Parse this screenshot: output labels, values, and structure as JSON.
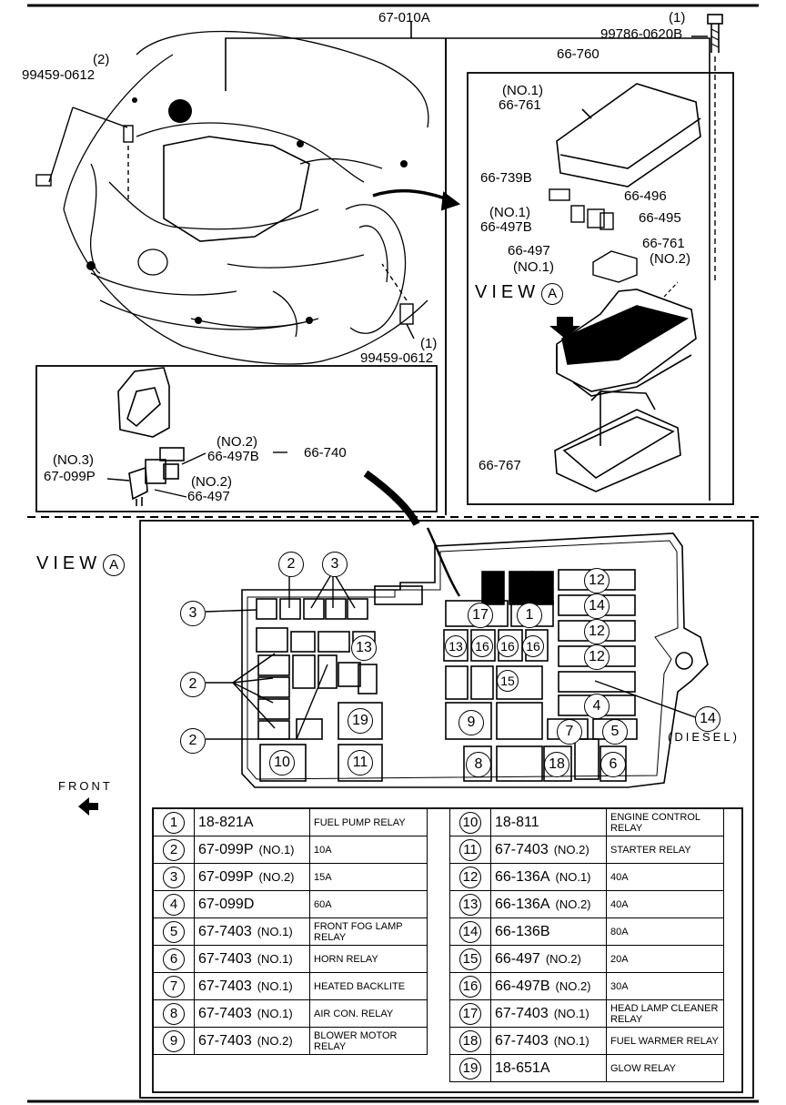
{
  "labels": {
    "harness": "67-010A",
    "bolt_qty": "(1)",
    "bolt_part": "99786-0620B",
    "box_assy": "66-760",
    "clip_qty_left": "(2)",
    "clip_part_left": "99459-0612",
    "clip_qty_right": "(1)",
    "clip_part_right": "99459-0612",
    "cover_no": "(NO.1)",
    "cover_part": "66-761",
    "fuse739": "66-739B",
    "fuse496": "66-496",
    "fuse497b_no": "(NO.1)",
    "fuse497b": "66-497B",
    "fuse495": "66-495",
    "fuse497": "66-497",
    "fuse497_no": "(NO.1)",
    "cover2_part": "66-761",
    "cover2_no": "(NO.2)",
    "view_word": "VIEW",
    "view_letter": "A",
    "lower_case": "66-767",
    "inset_no2": "(NO.2)",
    "inset_497b": "66-497B",
    "inset_740": "66-740",
    "inset_no3": "(NO.3)",
    "inset_099p": "67-099P",
    "inset_no2b": "(NO.2)",
    "inset_497": "66-497",
    "front": "FRONT",
    "diesel": "(DIESEL)"
  },
  "callouts": {
    "c1": "1",
    "c2": "2",
    "c3": "3",
    "c4": "4",
    "c5": "5",
    "c6": "6",
    "c7": "7",
    "c8": "8",
    "c9": "9",
    "c10": "10",
    "c11": "11",
    "c12": "12",
    "c13": "13",
    "c14": "14",
    "c15": "15",
    "c16": "16",
    "c17": "17",
    "c18": "18",
    "c19": "19"
  },
  "parts_left": [
    {
      "num": "1",
      "part": "18-821A",
      "suffix": "",
      "desc": "FUEL PUMP RELAY"
    },
    {
      "num": "2",
      "part": "67-099P",
      "suffix": "(NO.1)",
      "desc": "10A"
    },
    {
      "num": "3",
      "part": "67-099P",
      "suffix": "(NO.2)",
      "desc": "15A"
    },
    {
      "num": "4",
      "part": "67-099D",
      "suffix": "",
      "desc": "60A"
    },
    {
      "num": "5",
      "part": "67-7403",
      "suffix": "(NO.1)",
      "desc": "FRONT FOG LAMP RELAY"
    },
    {
      "num": "6",
      "part": "67-7403",
      "suffix": "(NO.1)",
      "desc": "HORN RELAY"
    },
    {
      "num": "7",
      "part": "67-7403",
      "suffix": "(NO.1)",
      "desc": "HEATED BACKLITE"
    },
    {
      "num": "8",
      "part": "67-7403",
      "suffix": "(NO.1)",
      "desc": "AIR CON. RELAY"
    },
    {
      "num": "9",
      "part": "67-7403",
      "suffix": "(NO.2)",
      "desc": "BLOWER MOTOR RELAY"
    }
  ],
  "parts_right": [
    {
      "num": "10",
      "part": "18-811",
      "suffix": "",
      "desc": "ENGINE CONTROL RELAY"
    },
    {
      "num": "11",
      "part": "67-7403",
      "suffix": "(NO.2)",
      "desc": "STARTER RELAY"
    },
    {
      "num": "12",
      "part": "66-136A",
      "suffix": "(NO.1)",
      "desc": "40A"
    },
    {
      "num": "13",
      "part": "66-136A",
      "suffix": "(NO.2)",
      "desc": "40A"
    },
    {
      "num": "14",
      "part": "66-136B",
      "suffix": "",
      "desc": "80A"
    },
    {
      "num": "15",
      "part": "66-497",
      "suffix": "(NO.2)",
      "desc": "20A"
    },
    {
      "num": "16",
      "part": "66-497B",
      "suffix": "(NO.2)",
      "desc": "30A"
    },
    {
      "num": "17",
      "part": "67-7403",
      "suffix": "(NO.1)",
      "desc": "HEAD LAMP CLEANER RELAY"
    },
    {
      "num": "18",
      "part": "67-7403",
      "suffix": "(NO.1)",
      "desc": "FUEL WARMER RELAY"
    },
    {
      "num": "19",
      "part": "18-651A",
      "suffix": "",
      "desc": "GLOW RELAY"
    }
  ]
}
